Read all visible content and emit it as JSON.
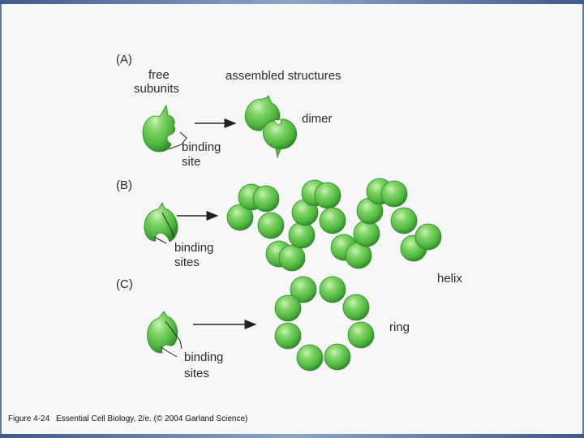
{
  "panels": {
    "a": {
      "letter": "(A)",
      "free_label_line1": "free",
      "free_label_line2": "subunits",
      "assembled_label": "assembled structures",
      "dimer_label": "dimer",
      "site_label_line1": "binding",
      "site_label_line2": "site"
    },
    "b": {
      "letter": "(B)",
      "site_label_line1": "binding",
      "site_label_line2": "sites",
      "helix_label": "helix"
    },
    "c": {
      "letter": "(C)",
      "site_label_line1": "binding",
      "site_label_line2": "sites",
      "ring_label": "ring"
    }
  },
  "caption": {
    "figure_number": "Figure 4-24",
    "source": "Essential Cell Biology, 2/e. (© 2004 Garland Science)"
  },
  "colors": {
    "subunit_green": "#5cc24a",
    "subunit_dark": "#2f8a2a",
    "subunit_light": "#a8e68f",
    "arrow": "#222222",
    "frame": "#5f79a6"
  }
}
